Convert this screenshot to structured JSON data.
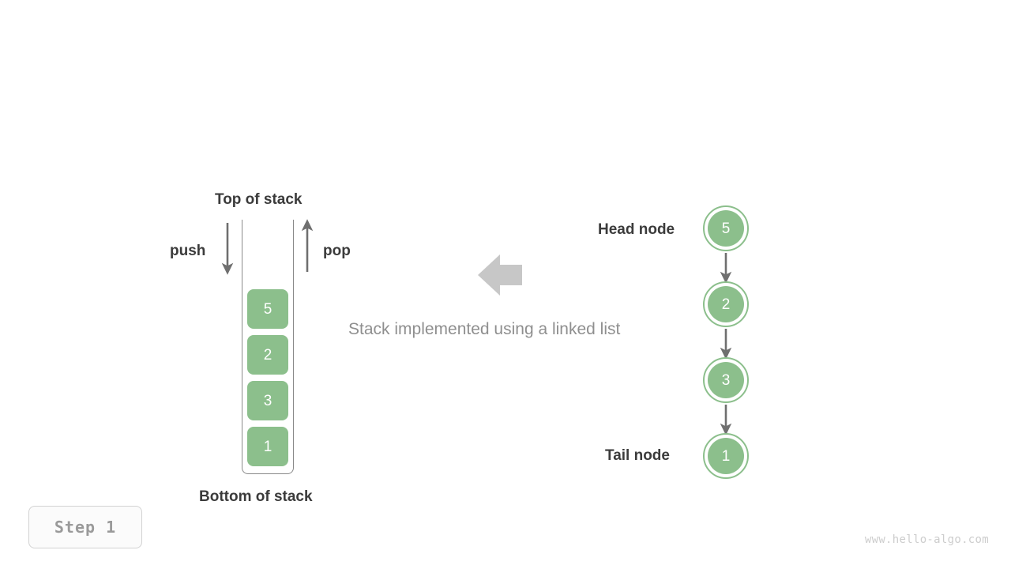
{
  "diagram": {
    "caption": "Stack implemented using a linked list",
    "step_badge": "Step 1",
    "watermark": "www.hello-algo.com",
    "colors": {
      "node_green": "#8cbf8c",
      "arrow_gray": "#6f6f6f",
      "big_arrow_gray": "#c7c7c7",
      "label_dark": "#3b3b3b",
      "caption_gray": "#8f8f8f",
      "badge_text": "#9a9a9a",
      "watermark_gray": "#cdcdcd",
      "container_stroke": "#8a8a8a"
    }
  },
  "stack": {
    "top_label": "Top of stack",
    "bottom_label": "Bottom of stack",
    "push_label": "push",
    "pop_label": "pop",
    "blocks": [
      {
        "value": "5"
      },
      {
        "value": "2"
      },
      {
        "value": "3"
      },
      {
        "value": "1"
      }
    ]
  },
  "linked_list": {
    "head_label": "Head node",
    "tail_label": "Tail node",
    "nodes": [
      {
        "value": "5"
      },
      {
        "value": "2"
      },
      {
        "value": "3"
      },
      {
        "value": "1"
      }
    ]
  }
}
